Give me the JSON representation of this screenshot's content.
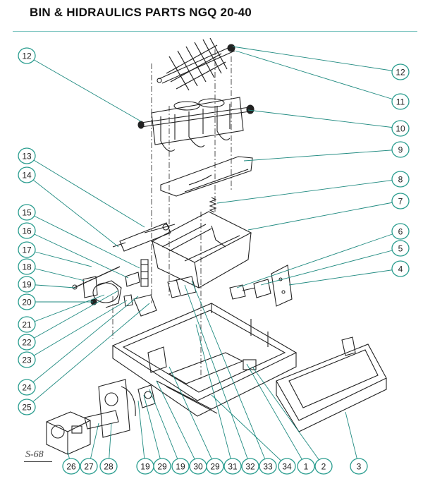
{
  "header": {
    "title": "BIN & HIDRAULICS PARTS NGQ 20-40"
  },
  "drawing": {
    "reference": "S-68"
  },
  "callouts": {
    "left": [
      "12",
      "13",
      "14",
      "15",
      "16",
      "17",
      "18",
      "19",
      "20",
      "21",
      "22",
      "23",
      "24",
      "25"
    ],
    "right": [
      "12",
      "11",
      "10",
      "9",
      "8",
      "7",
      "6",
      "5",
      "4"
    ],
    "bottom": [
      "26",
      "27",
      "28",
      "19",
      "29",
      "19",
      "30",
      "29",
      "31",
      "32",
      "33",
      "34",
      "1",
      "2",
      "3"
    ]
  },
  "colors": {
    "callout_stroke": "#2a9d8f",
    "leader": "#1f8a80",
    "line_art": "#222222",
    "rule": "#7fc6c2"
  }
}
